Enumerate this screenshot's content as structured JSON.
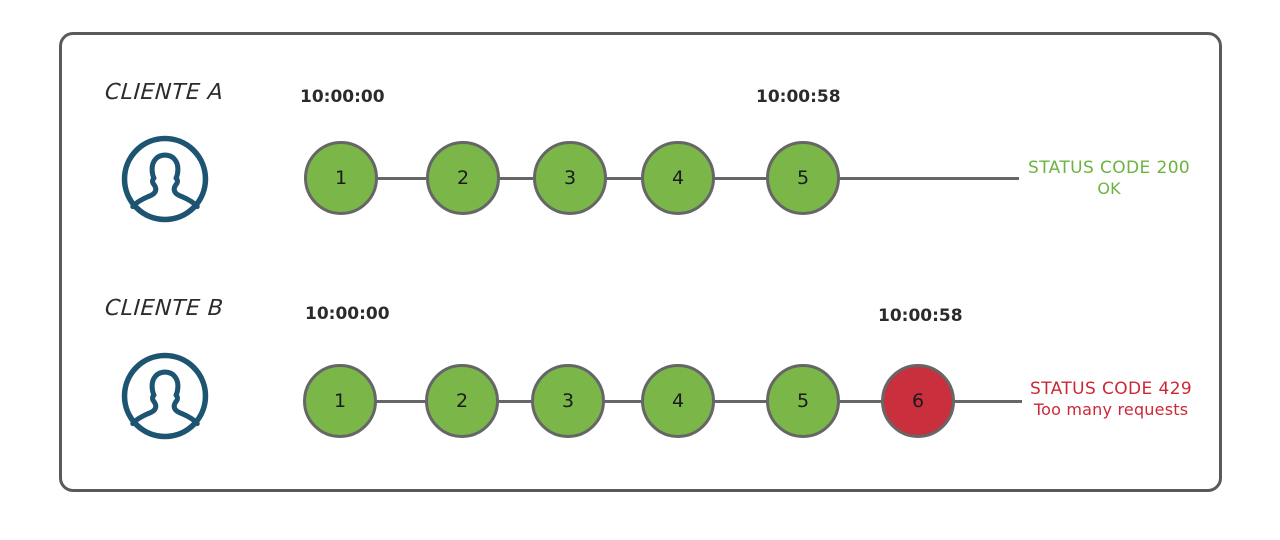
{
  "diagram": {
    "title_hidden": "",
    "colors": {
      "frame_border": "#5a5a5a",
      "node_ok_fill": "#7ab648",
      "node_fail_fill": "#c92f3d",
      "node_border": "#666666",
      "avatar_blue": "#1d5472",
      "status_ok_text": "#6cb33f",
      "status_fail_text": "#cc2737",
      "label_text": "#2b2b2b"
    }
  },
  "rows": [
    {
      "id": "cliente-a",
      "label": "CLIENTE A",
      "avatar_icon": "user-avatar-icon",
      "start_time": "10:00:00",
      "end_time": "10:00:58",
      "nodes": [
        {
          "number": "1",
          "state": "ok"
        },
        {
          "number": "2",
          "state": "ok"
        },
        {
          "number": "3",
          "state": "ok"
        },
        {
          "number": "4",
          "state": "ok"
        },
        {
          "number": "5",
          "state": "ok"
        }
      ],
      "status": {
        "state": "ok",
        "line1": "STATUS CODE 200",
        "line2": "OK"
      }
    },
    {
      "id": "cliente-b",
      "label": "CLIENTE B",
      "avatar_icon": "user-avatar-icon",
      "start_time": "10:00:00",
      "end_time": "10:00:58",
      "nodes": [
        {
          "number": "1",
          "state": "ok"
        },
        {
          "number": "2",
          "state": "ok"
        },
        {
          "number": "3",
          "state": "ok"
        },
        {
          "number": "4",
          "state": "ok"
        },
        {
          "number": "5",
          "state": "ok"
        },
        {
          "number": "6",
          "state": "fail"
        }
      ],
      "status": {
        "state": "fail",
        "line1": "STATUS CODE 429",
        "line2": "Too many requests"
      }
    }
  ]
}
